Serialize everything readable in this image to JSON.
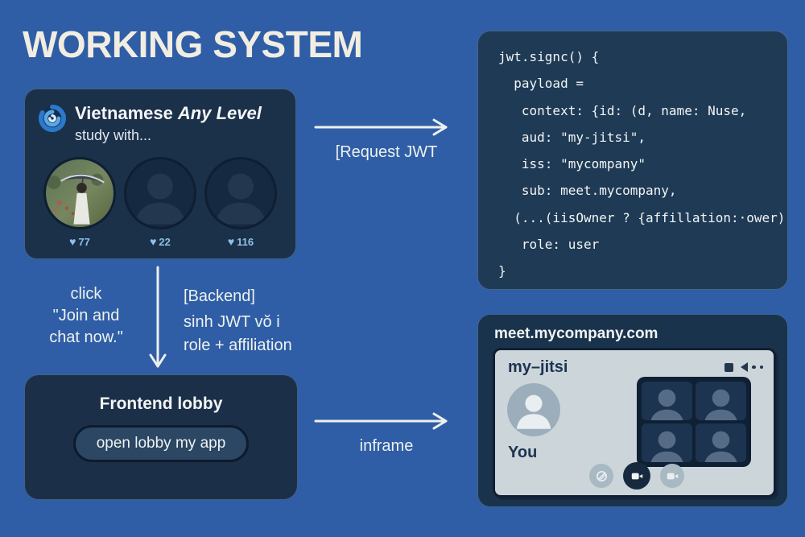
{
  "title": "WORKING SYSTEM",
  "community_card": {
    "name": "Vietnamese",
    "level": "Any Level",
    "subtitle": "study with...",
    "members": [
      {
        "likes": "77"
      },
      {
        "likes": "22"
      },
      {
        "likes": "116"
      }
    ]
  },
  "flow": {
    "request_label": "[Request JWT",
    "inframe_label": "inframe",
    "click_lines": [
      "click",
      "\"Join and",
      "chat now.\""
    ],
    "backend_lines": [
      "[Backend]",
      "sinh JWT vŏ i",
      "role + affiliation"
    ]
  },
  "code_panel": {
    "lines": [
      "jwt.signc() {",
      "  payload =",
      "   context: {id: (d, name: Nuse,",
      "   aud: \"my-jitsi\",",
      "   iss: \"mycompany\"",
      "   sub: meet.mycompany,",
      "  (...(iisOwner ? {affillation:·ower)",
      "   role: user",
      "}"
    ]
  },
  "frontend_card": {
    "title": "Frontend lobby",
    "button_label": "open lobby my app"
  },
  "meet_card": {
    "domain": "meet.mycompany.com",
    "window_title": "my–jitsi",
    "you_label": "You"
  },
  "icons": {
    "heart": "♥",
    "names": [
      "swirl-logo-icon",
      "person-silhouette-icon",
      "screenshare-square-icon",
      "speaker-triangle-icon",
      "more-dots-icon",
      "mic-muted-icon",
      "camera-icon"
    ]
  },
  "colors": {
    "background": "#2f5ea7",
    "card_navy": "#1b3049",
    "code_navy": "#1e3a55",
    "cream_text": "#f2ede1",
    "heart_blue": "#8ec0e8",
    "window_gray": "#ccd5d9",
    "window_text": "#1d3352"
  }
}
